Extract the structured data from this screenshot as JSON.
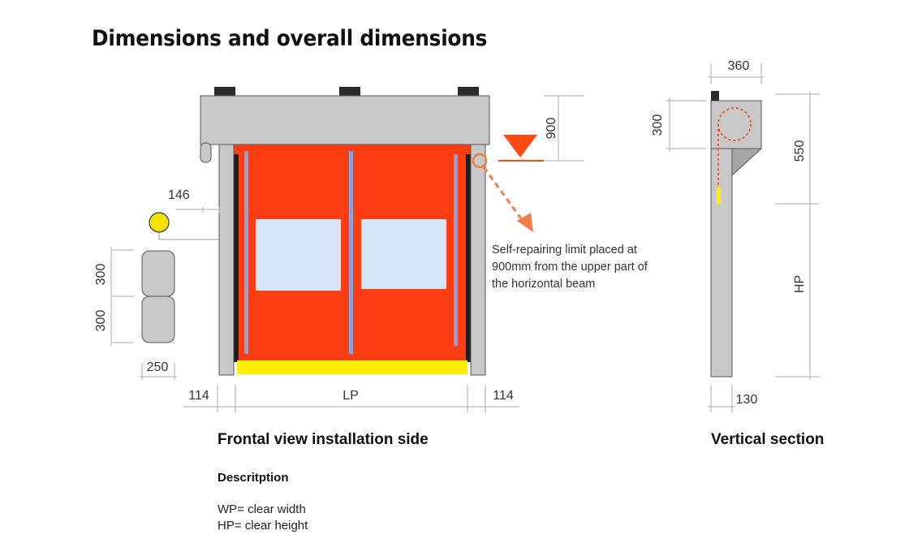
{
  "title": "Dimensions and overall dimensions",
  "front_view": {
    "caption": "Frontal view installation side",
    "dims": {
      "d146": "146",
      "d300a": "300",
      "d300b": "300",
      "d250": "250",
      "d114_left": "114",
      "lp": "LP",
      "d114_right": "114",
      "d900": "900"
    },
    "callout": "Self-repairing limit placed at 900mm from the upper part of the horizontal beam"
  },
  "section_view": {
    "caption": "Vertical section",
    "dims": {
      "d360": "360",
      "d300": "300",
      "d550": "550",
      "hp": "HP",
      "d130": "130"
    }
  },
  "description": {
    "heading": "Descritption",
    "lines": [
      "WP= clear width",
      "HP= clear height"
    ]
  },
  "colors": {
    "curtain": "#ff3d12",
    "frame": "#c8c8c8",
    "window": "#d6e6f8",
    "bottom_bar": "#ffee00",
    "indicator": "#f5e400",
    "limit_marker": "#ff4a14",
    "callout_arrow": "#f47c47",
    "dim_line": "#aaaaaa"
  }
}
